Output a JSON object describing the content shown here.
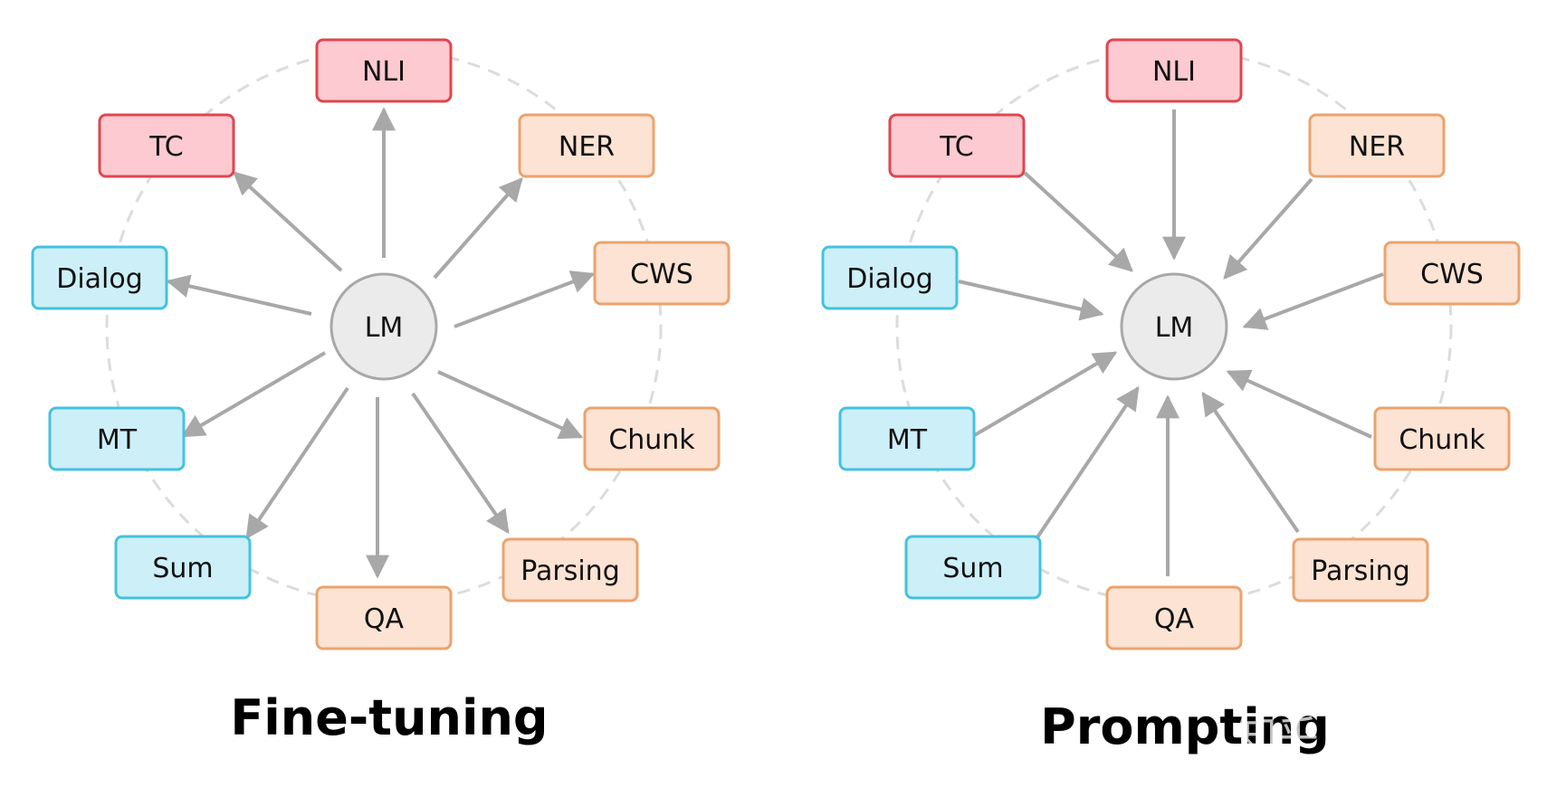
{
  "colors": {
    "red": {
      "fill": "#fccad0",
      "stroke": "#e0454f"
    },
    "orange": {
      "fill": "#fce3d3",
      "stroke": "#eba36d"
    },
    "blue": {
      "fill": "#cdeff8",
      "stroke": "#43c2e1"
    },
    "center": {
      "fill": "#ebebeb",
      "stroke": "#a8a8a8"
    },
    "arrow": "#a8a8a8",
    "ring": "#dcdcdc"
  },
  "diagrams": [
    {
      "id": "finetuning",
      "title": "Fine-tuning",
      "center_label": "LM",
      "direction": "outward"
    },
    {
      "id": "prompting",
      "title": "Prompting",
      "center_label": "LM",
      "direction": "inward"
    }
  ],
  "tasks": [
    {
      "key": "nli",
      "label": "NLI",
      "color": "red"
    },
    {
      "key": "ner",
      "label": "NER",
      "color": "orange"
    },
    {
      "key": "cws",
      "label": "CWS",
      "color": "orange"
    },
    {
      "key": "chunk",
      "label": "Chunk",
      "color": "orange"
    },
    {
      "key": "parsing",
      "label": "Parsing",
      "color": "orange"
    },
    {
      "key": "qa",
      "label": "QA",
      "color": "orange"
    },
    {
      "key": "sum",
      "label": "Sum",
      "color": "blue"
    },
    {
      "key": "mt",
      "label": "MT",
      "color": "blue"
    },
    {
      "key": "dialog",
      "label": "Dialog",
      "color": "blue"
    },
    {
      "key": "tc",
      "label": "TC",
      "color": "red"
    }
  ],
  "watermark": "知乎 @刘鹏飞"
}
